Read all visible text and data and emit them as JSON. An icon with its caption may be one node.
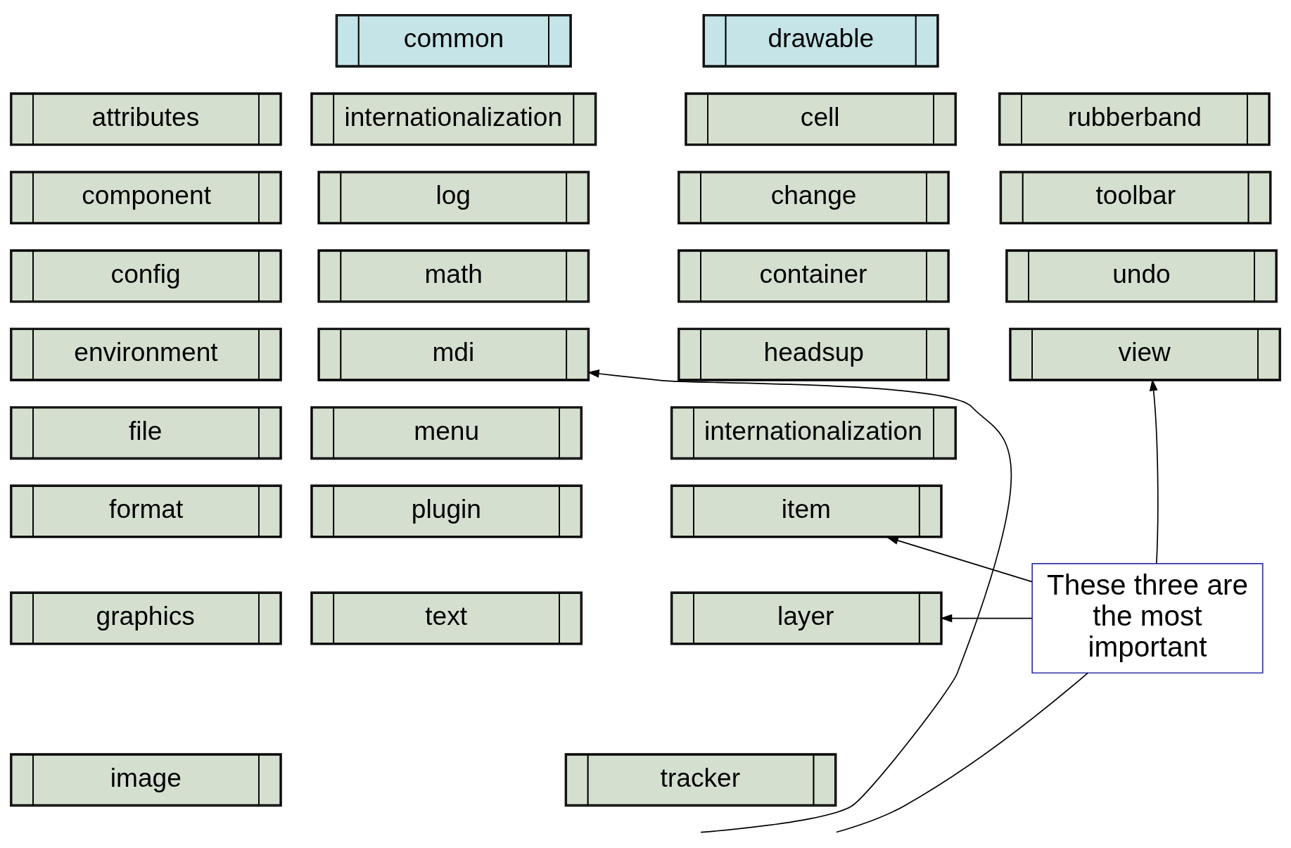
{
  "diagram": {
    "nodes": [
      {
        "text": [
          "common"
        ]
      },
      {
        "text": [
          "attributes"
        ]
      },
      {
        "text": [
          "component"
        ]
      },
      {
        "text": [
          "config"
        ]
      },
      {
        "text": [
          "environment"
        ]
      },
      {
        "text": [
          "file"
        ]
      },
      {
        "text": [
          "format"
        ]
      },
      {
        "text": [
          "graphics"
        ]
      },
      {
        "text": [
          "image"
        ]
      },
      {
        "text": [
          "internationalization"
        ]
      },
      {
        "text": [
          "log"
        ]
      },
      {
        "text": [
          "math"
        ]
      },
      {
        "text": [
          "mdi"
        ]
      },
      {
        "text": [
          "menu"
        ]
      },
      {
        "text": [
          "plugin"
        ]
      },
      {
        "text": [
          "text"
        ]
      },
      {
        "text": [
          "tracker"
        ]
      },
      {
        "text": [
          "drawable"
        ]
      },
      {
        "text": [
          "cell"
        ]
      },
      {
        "text": [
          "change"
        ]
      },
      {
        "text": [
          "container"
        ]
      },
      {
        "text": [
          "headsup"
        ]
      },
      {
        "text": [
          "internationalization"
        ]
      },
      {
        "text": [
          "item"
        ]
      },
      {
        "text": [
          "layer"
        ]
      },
      {
        "text": [
          "rubberband"
        ]
      },
      {
        "text": [
          "toolbar"
        ]
      },
      {
        "text": [
          "undo"
        ]
      },
      {
        "text": [
          "view"
        ]
      },
      {
        "text": [
          "These three are the most important"
        ]
      }
    ],
    "edges": [
      {
        "from": null,
        "to": 12,
        "arrow": "to"
      },
      {
        "from": 29,
        "to": 28,
        "arrow": "to"
      },
      {
        "from": 29,
        "to": 23,
        "arrow": "to"
      },
      {
        "from": 29,
        "to": 24,
        "arrow": "to"
      },
      {
        "from": 29,
        "to": null,
        "arrow": "none"
      }
    ]
  }
}
